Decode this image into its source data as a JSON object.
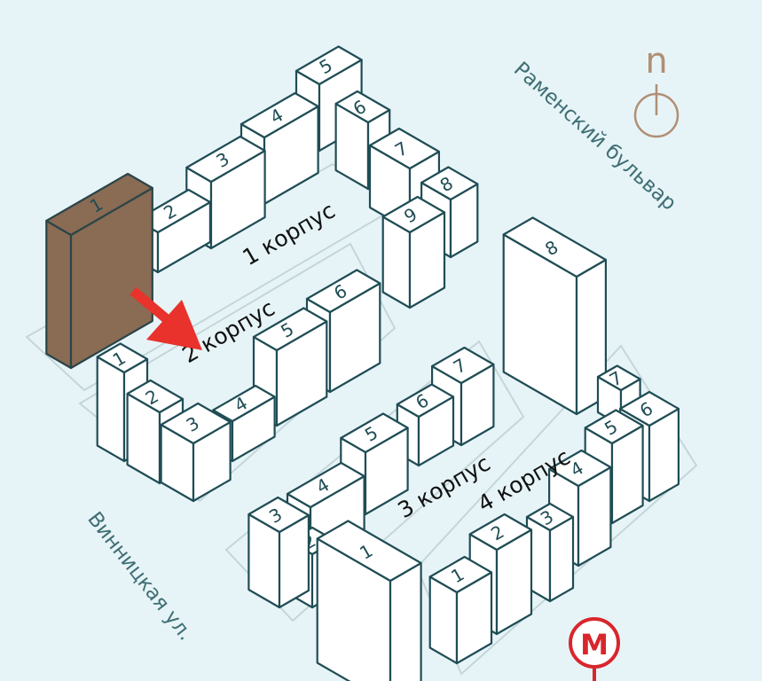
{
  "korpuses": [
    {
      "label": "1 корпус",
      "sections": [
        "1",
        "2",
        "3",
        "4",
        "5",
        "6",
        "7",
        "8",
        "9"
      ]
    },
    {
      "label": "2 корпус",
      "sections": [
        "1",
        "2",
        "3",
        "4",
        "5",
        "6"
      ]
    },
    {
      "label": "3 корпус",
      "sections": [
        "1",
        "2",
        "3",
        "4",
        "5",
        "6",
        "7"
      ]
    },
    {
      "label": "4 корпус",
      "sections": [
        "1",
        "2",
        "3",
        "4",
        "5",
        "6",
        "7",
        "8"
      ]
    }
  ],
  "highlighted": {
    "korpus": "1 корпус",
    "section": "1"
  },
  "streets": {
    "top_right": "Раменский бульвар",
    "bottom_left": "Винницкая ул."
  },
  "compass": {
    "label": "n"
  },
  "metro": {
    "label": "M"
  },
  "colors": {
    "background": "#e7f4f7",
    "building": "#ffffff",
    "highlight": "#8a6b53",
    "outline": "#1f4d55",
    "arrow": "#e8322b",
    "compass": "#b08f74",
    "metro": "#d8262c"
  }
}
